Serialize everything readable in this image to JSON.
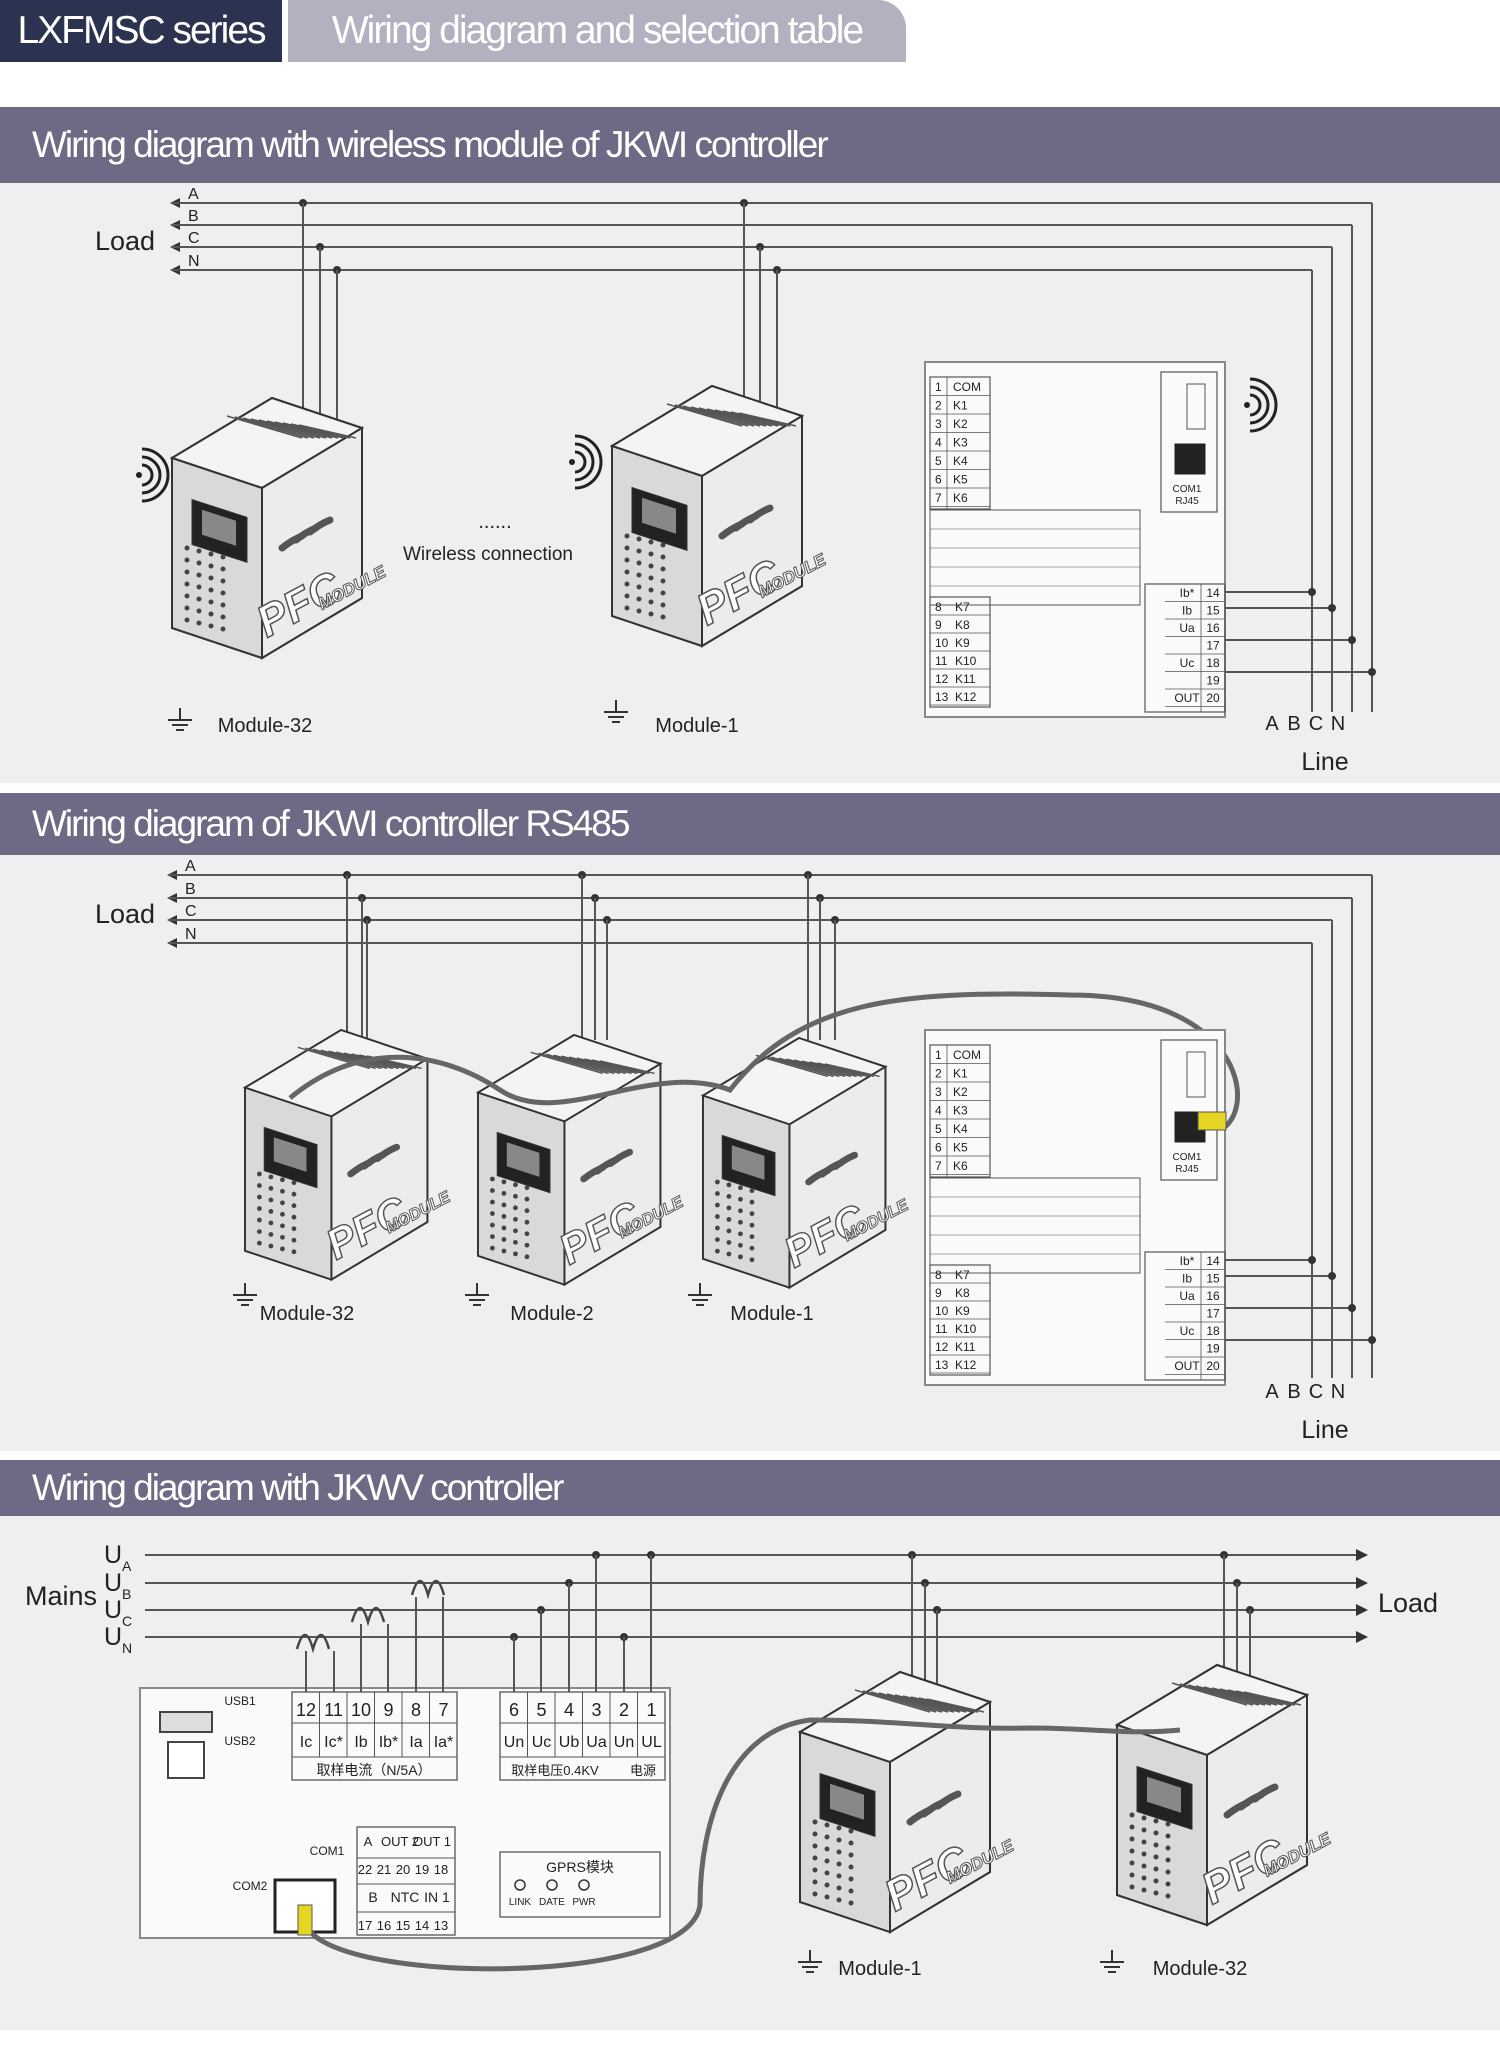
{
  "header": {
    "series": "LXFMSC series",
    "title": "Wiring diagram and selection table"
  },
  "sections": [
    {
      "title": "Wiring diagram with wireless module of JKWI controller"
    },
    {
      "title": "Wiring diagram of JKWI controller RS485"
    },
    {
      "title": "Wiring diagram with JKWV controller"
    }
  ],
  "labels": {
    "load": "Load",
    "line": "Line",
    "mains": "Mains",
    "wireless": "Wireless connection",
    "phaseA": "A",
    "phaseB": "B",
    "phaseC": "C",
    "phaseN": "N",
    "module32": "Module-32",
    "module2": "Module-2",
    "module1": "Module-1",
    "pfc": "PFC",
    "pfcSub": "MODULE",
    "dots": "......"
  },
  "controller_jkwi": {
    "outputs_top": [
      [
        "1",
        "COM"
      ],
      [
        "2",
        "K1"
      ],
      [
        "3",
        "K2"
      ],
      [
        "4",
        "K3"
      ],
      [
        "5",
        "K4"
      ],
      [
        "6",
        "K5"
      ],
      [
        "7",
        "K6"
      ]
    ],
    "outputs_bottom": [
      [
        "8",
        "K7"
      ],
      [
        "9",
        "K8"
      ],
      [
        "10",
        "K9"
      ],
      [
        "11",
        "K10"
      ],
      [
        "12",
        "K11"
      ],
      [
        "13",
        "K12"
      ]
    ],
    "inputs": [
      [
        "Ib*",
        "14"
      ],
      [
        "Ib",
        "15"
      ],
      [
        "Ua",
        "16"
      ],
      [
        "",
        "17"
      ],
      [
        "Uc",
        "18"
      ],
      [
        "",
        "19"
      ],
      [
        "OUT",
        "20"
      ]
    ],
    "port": "COM1",
    "port2": "RJ45"
  },
  "controller_jkwv": {
    "current_nums": [
      "12",
      "11",
      "10",
      "9",
      "8",
      "7"
    ],
    "current_labels": [
      "Ic",
      "Ic*",
      "Ib",
      "Ib*",
      "Ia",
      "Ia*"
    ],
    "voltage_nums": [
      "6",
      "5",
      "4",
      "3",
      "2",
      "1"
    ],
    "voltage_labels": [
      "Un",
      "Uc",
      "Ub",
      "Ua",
      "Un",
      "UL"
    ],
    "usb1": "USB1",
    "usb2": "USB2",
    "com1": "COM1",
    "com2": "COM2",
    "out_row": [
      "A",
      "OUT 2",
      "OUT 1"
    ],
    "nums_mid": [
      "22",
      "21",
      "20",
      "19",
      "18"
    ],
    "in_row": [
      "B",
      "NTC",
      "IN 1"
    ],
    "nums_bot": [
      "17",
      "16",
      "15",
      "14",
      "13"
    ],
    "gprs": "GPRS模块",
    "gprs_leds": [
      "LINK",
      "DATE",
      "PWR"
    ],
    "sample_current": "取样电流（N/5A）",
    "sample_voltage": "取样电压0.4KV",
    "power": "电源"
  },
  "mains_phases": [
    "U",
    "U",
    "U",
    "U"
  ],
  "mains_subs": [
    "A",
    "B",
    "C",
    "N"
  ]
}
